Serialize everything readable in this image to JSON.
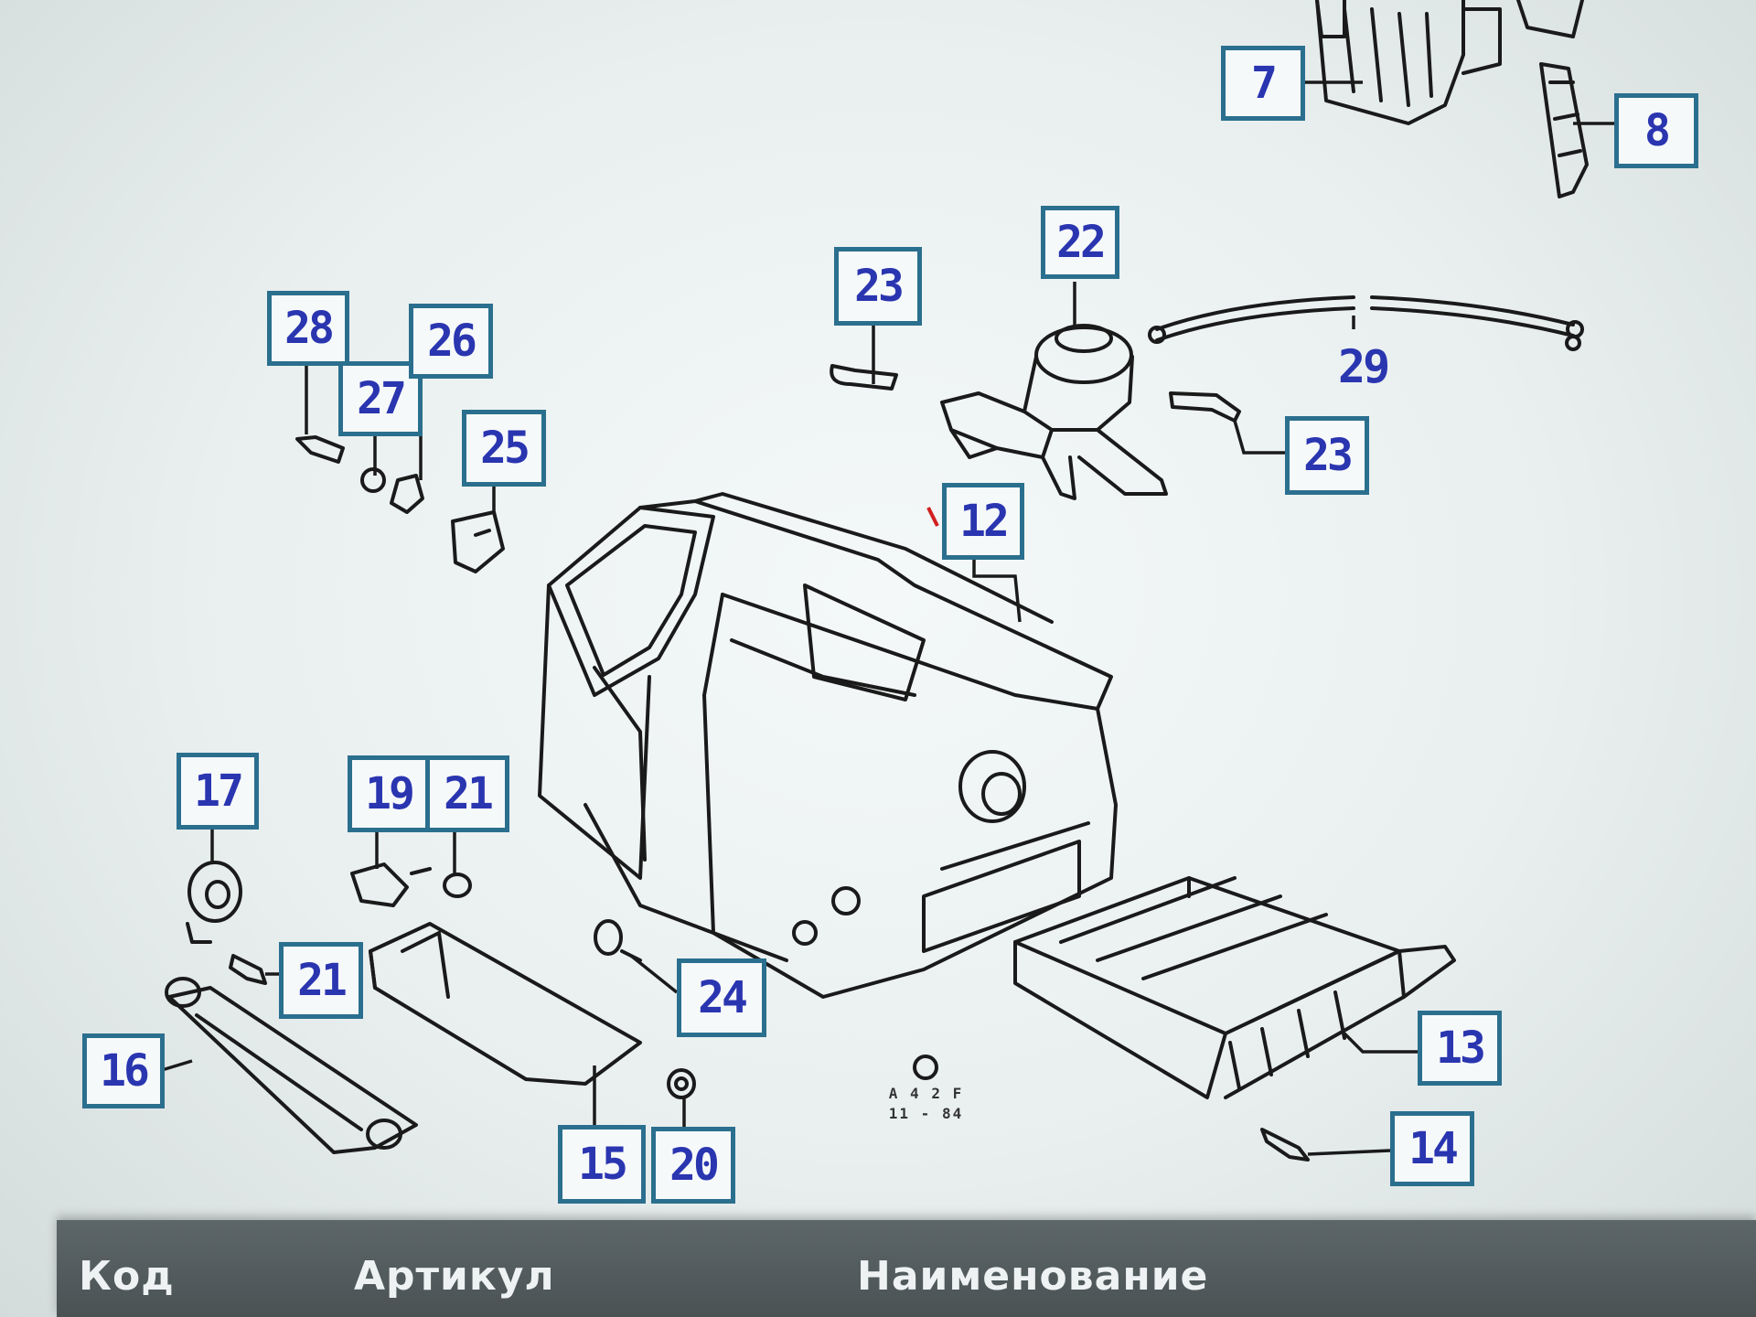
{
  "diagram": {
    "callouts": {
      "c7": "7",
      "c8": "8",
      "c22": "22",
      "c23a": "23",
      "c23b": "23",
      "c28": "28",
      "c27": "27",
      "c26": "26",
      "c25": "25",
      "c12": "12",
      "c17": "17",
      "c19": "19",
      "c21a": "21",
      "c21b": "21",
      "c24": "24",
      "c16": "16",
      "c15": "15",
      "c20": "20",
      "c13": "13",
      "c14": "14"
    },
    "plain_labels": {
      "p29": "29"
    },
    "stamp": {
      "line1": "A 4 2 F",
      "line2": "11 - 84"
    }
  },
  "table": {
    "headers": {
      "code": "Код",
      "article": "Артикул",
      "name": "Наименование"
    }
  }
}
